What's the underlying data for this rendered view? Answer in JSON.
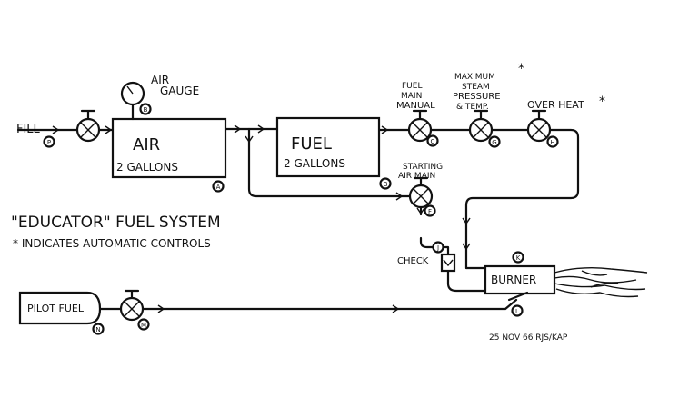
{
  "title": "\"EDUCATOR\" FUEL SYSTEM",
  "note": "* INDICATES AUTOMATIC CONTROLS",
  "signature": "25 NOV 66  RJS/KAP",
  "labels": {
    "fill": "FILL",
    "air_gauge_1": "AIR",
    "air_gauge_2": "GAUGE",
    "air_tank_1": "AIR",
    "air_tank_2": "2 GALLONS",
    "fuel_tank_1": "FUEL",
    "fuel_tank_2": "2 GALLONS",
    "fuel_main_1": "FUEL",
    "fuel_main_2": "MAIN",
    "fuel_main_3": "MANUAL",
    "max_1": "MAXIMUM",
    "max_2": "STEAM",
    "max_3": "PRESSURE",
    "max_4": "& TEMP.",
    "overheat": "OVER HEAT",
    "starting_1": "STARTING",
    "starting_2": "AIR MAIN",
    "check": "CHECK",
    "burner": "BURNER",
    "pilot_fuel": "PILOT FUEL"
  },
  "asterisk": "*",
  "tags": {
    "fill": "P",
    "gauge": "B",
    "air_tank": "A",
    "fuel_tank": "B",
    "fuel_main": "C",
    "max_valve": "G",
    "overheat": "H",
    "starting": "F",
    "check": "J",
    "burner": "K",
    "burner_valve": "L",
    "pilot_tank": "N",
    "pilot_valve": "M"
  }
}
